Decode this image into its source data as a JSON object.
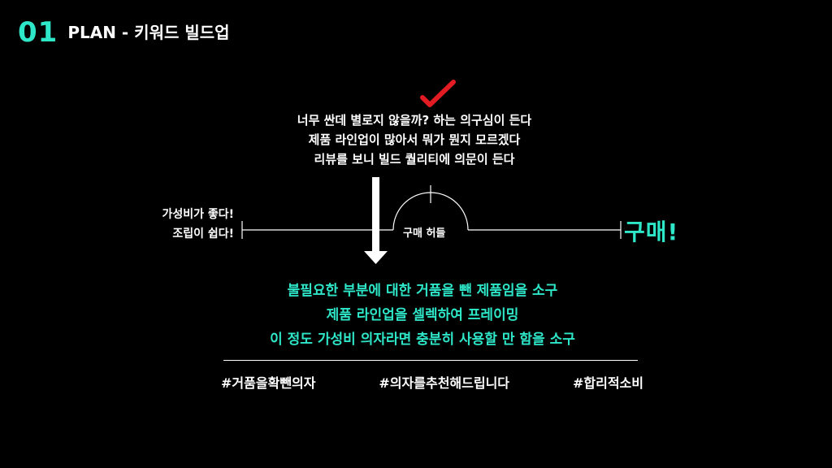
{
  "colors": {
    "accent": "#2ee6c8",
    "check": "#e31b23",
    "background": "#000000",
    "text": "#ffffff"
  },
  "header": {
    "number": "01",
    "title": "PLAN - 키워드 빌드업"
  },
  "doubts": [
    "너무 싼데 별로지 않을까? 하는 의구심이 든다",
    "제품 라인업이 많아서 뭐가 뭔지 모르겠다",
    "리뷰를 보니 빌드 퀄리티에 의문이 든다"
  ],
  "pros": [
    "가성비가 좋다!",
    "조립이 쉽다!"
  ],
  "obstacle_label": "구매 허들",
  "purchase_label": "구매!",
  "solutions": [
    "불필요한 부분에 대한 거품을 뺀 제품임을 소구",
    "제품 라인업을 셀렉하여 프레이밍",
    "이 정도 가성비 의자라면 충분히 사용할 만 함을 소구"
  ],
  "hashtags": [
    "#거품을확뺀의자",
    "#의자를추천해드립니다",
    "#합리적소비"
  ],
  "icons": {
    "check": "check-mark-icon",
    "arrow": "arrow-down-icon"
  }
}
